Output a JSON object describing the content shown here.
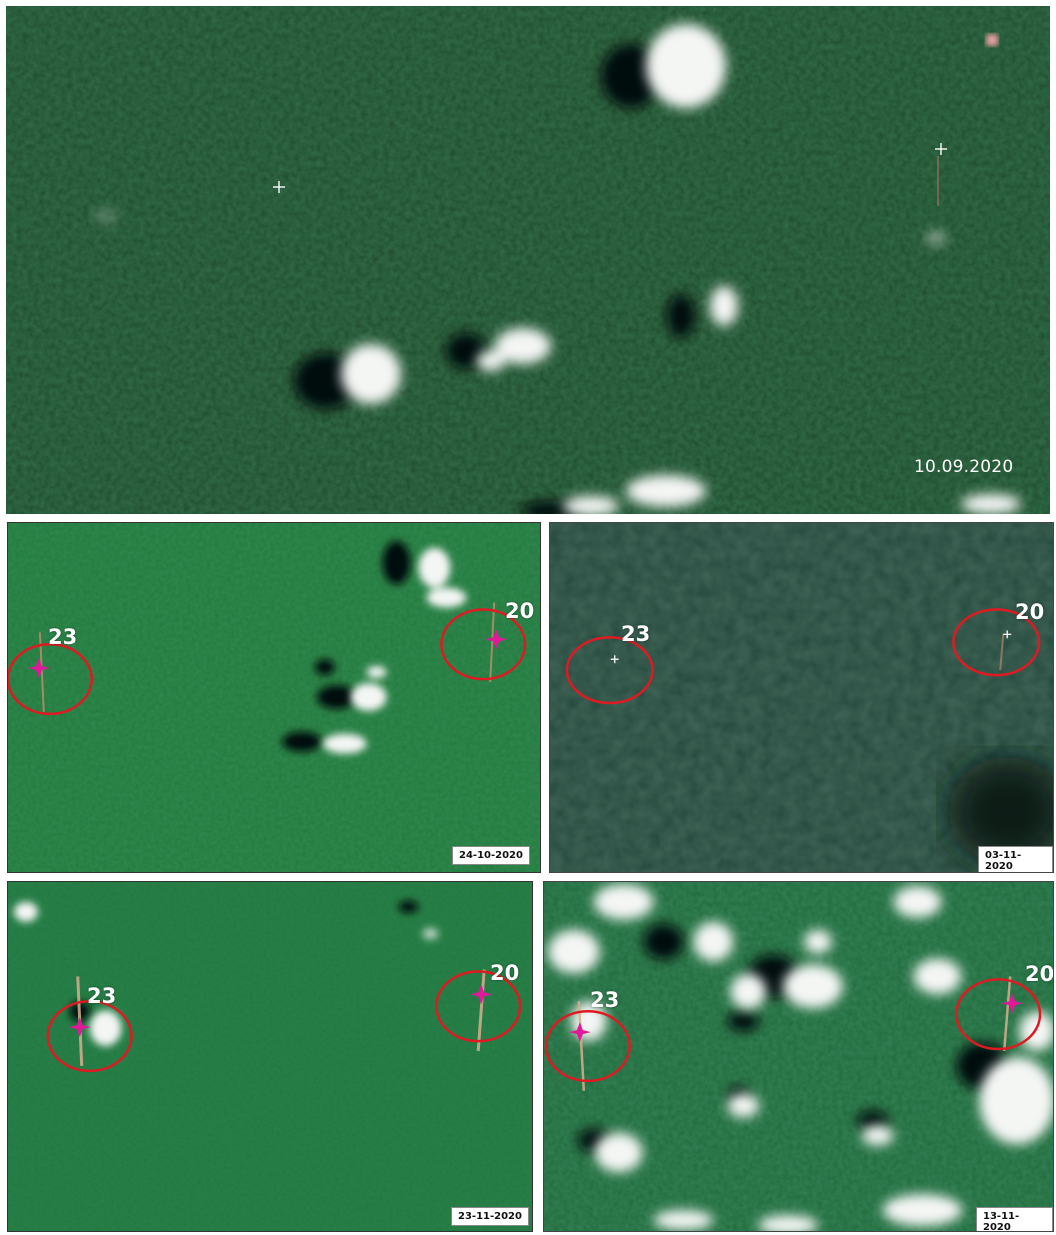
{
  "panels": {
    "top": {
      "date": "10.09.2020"
    },
    "middle_left": {
      "date": "24-10-2020",
      "site_a": "23",
      "site_b": "20"
    },
    "middle_right": {
      "date": "03-11-2020",
      "site_a": "23",
      "site_b": "20"
    },
    "bottom_left": {
      "date": "23-11-2020",
      "site_a": "23",
      "site_b": "20"
    },
    "bottom_right": {
      "date": "13-11-2020",
      "site_a": "23",
      "site_b": "20"
    }
  },
  "colors": {
    "forest_dark": "#1d4a2a",
    "forest_bright": "#1f7a3a",
    "forest_muted": "#21473a",
    "circle": "#e01a22",
    "marker": "#e0199a",
    "cloud": "#f4f6f4",
    "shadow": "#050a07"
  }
}
